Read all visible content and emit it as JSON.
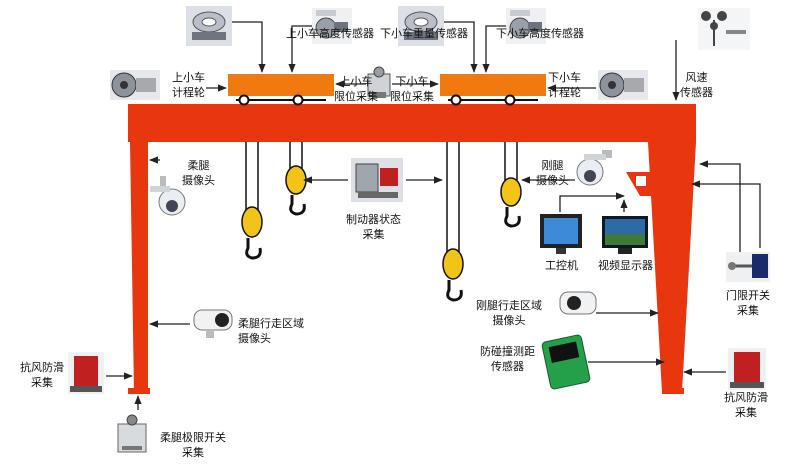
{
  "colors": {
    "crane": "#e8360f",
    "trolley": "#f07a10",
    "hook": "#f2c418",
    "arrow": "#222222",
    "device_gray": "#8c8c8c",
    "camera_white": "#e9eef2",
    "monitor_dark": "#101820",
    "sensor_green": "#25a04a",
    "brake_red": "#c02020"
  },
  "labels": {
    "upper_height_sensor": "上小车高度传感器",
    "lower_weight_sensor": "下小车重量传感器",
    "lower_height_sensor": "下小车高度传感器",
    "upper_odometer": "上小车\n计程轮",
    "lower_odometer": "下小车\n计程轮",
    "upper_limit": "上小车\n限位采集",
    "lower_limit": "下小车\n限位采集",
    "wind_speed": "风速\n传感器",
    "flex_leg_camera": "柔腿\n摄像头",
    "brake_status": "制动器状态\n采集",
    "rigid_leg_camera": "刚腿\n摄像头",
    "ipc": "工控机",
    "video_display": "视频显示器",
    "gate_limit": "门限开关\n采集",
    "flex_travel_camera": "柔腿行走区域\n摄像头",
    "rigid_travel_camera": "刚腿行走区域\n摄像头",
    "anti_collision": "防碰撞测距\n传感器",
    "wind_antislip_left": "抗风防滑\n采集",
    "wind_antislip_right": "抗风防滑\n采集",
    "flex_limit_switch": "柔腿极限开关\n采集"
  },
  "icons": {
    "load_cell": "load-cell-icon",
    "encoder": "encoder-icon",
    "odometer": "odometer-wheel-icon",
    "limit_switch": "limit-switch-icon",
    "anemometer": "anemometer-icon",
    "dome_camera": "dome-camera-icon",
    "bullet_camera": "bullet-camera-icon",
    "brake": "brake-icon",
    "ipc_monitor": "ipc-monitor-icon",
    "video_monitor": "video-monitor-icon",
    "gate_switch": "gate-switch-icon",
    "radar_sensor": "radar-sensor-icon",
    "rail_clamp": "rail-clamp-icon"
  }
}
